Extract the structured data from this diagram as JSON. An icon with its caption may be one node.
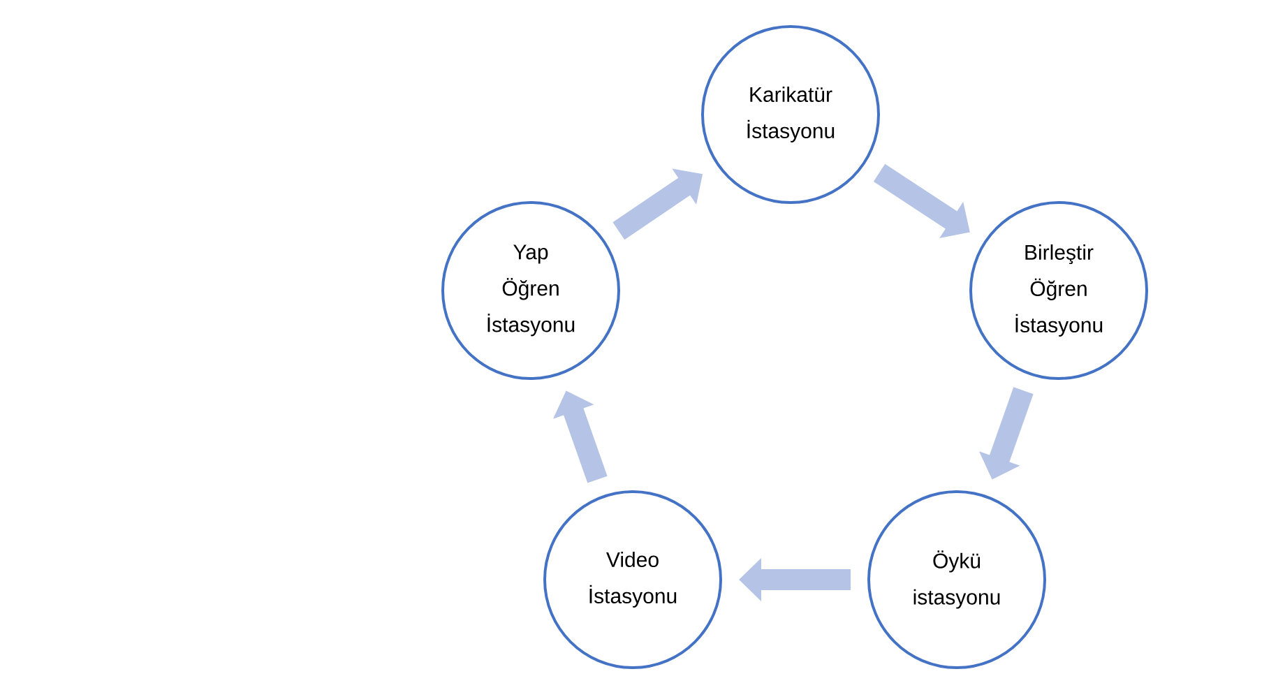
{
  "diagram": {
    "nodes": [
      {
        "text": [
          "Karikatür İstasyonu"
        ]
      },
      {
        "text": [
          "Birleştir Öğren İstasyonu"
        ]
      },
      {
        "text": [
          "Öykü istasyonu"
        ]
      },
      {
        "text": [
          "Video İstasyonu"
        ]
      },
      {
        "text": [
          "Yap Öğren İstasyonu"
        ]
      }
    ],
    "edges": [
      {
        "from": 0,
        "to": 1,
        "arrow": "to"
      },
      {
        "from": 1,
        "to": 2,
        "arrow": "to"
      },
      {
        "from": 2,
        "to": 3,
        "arrow": "to"
      },
      {
        "from": 3,
        "to": 4,
        "arrow": "to"
      },
      {
        "from": 4,
        "to": 0,
        "arrow": "to"
      }
    ]
  }
}
